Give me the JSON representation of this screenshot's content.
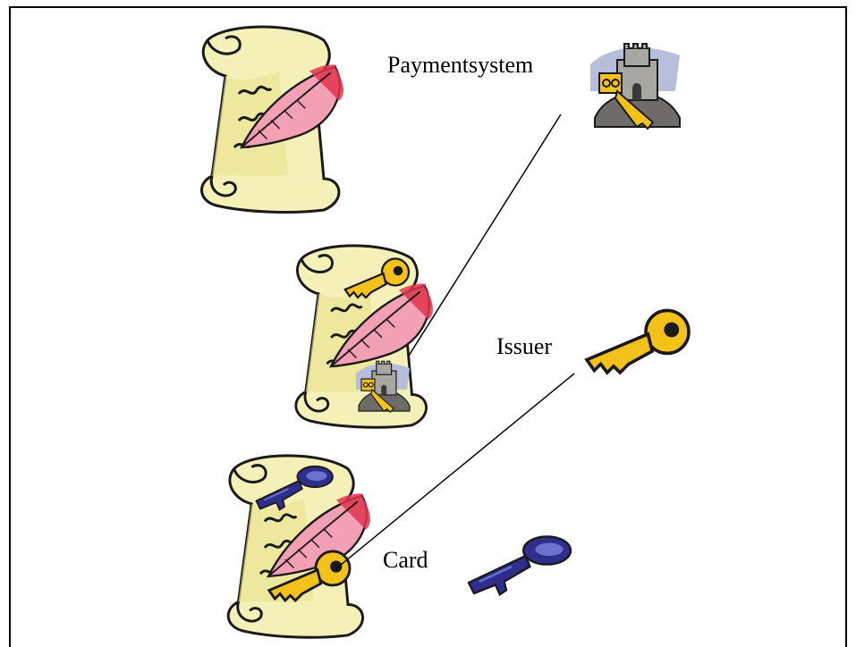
{
  "labels": {
    "paymentsystem": "Paymentsystem",
    "issuer": "Issuer",
    "card": "Card"
  },
  "colors": {
    "parchment": "#f5efb8",
    "parchment_shade": "#cfcf5a",
    "ink": "#1a1a1a",
    "quill": "#f3a0b4",
    "quill_tip": "#e0354e",
    "gold_key": "#f2c21a",
    "navy_key": "#2e2f8c",
    "castle_stone": "#a8a6a0",
    "castle_sky": "#b6bedc"
  },
  "icons": {
    "document_1": "scroll-quill-icon",
    "document_2": "scroll-quill-gold-key-castle-icon",
    "document_3": "scroll-quill-blue-key-gold-key-icon",
    "payment_system_key": "castle-gold-key-icon",
    "issuer_key": "gold-key-icon",
    "card_key": "navy-key-icon"
  }
}
